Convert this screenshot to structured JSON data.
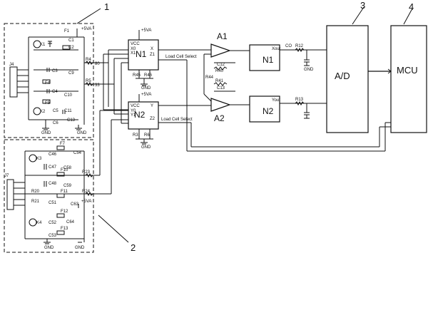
{
  "callouts": {
    "c1": "1",
    "c2": "2",
    "c3": "3",
    "c4": "4"
  },
  "blocks": {
    "adc": "A/D",
    "mcu": "MCU",
    "n1_top": "N1",
    "n2_top": "N2",
    "n1_right": "N1",
    "n2_right": "N2",
    "a1": "A1",
    "a2": "A2"
  },
  "labels": {
    "load_cell_select_1": "Load Cell Select",
    "load_cell_select_2": "Load Cell Select",
    "vcc_1": "+5VA",
    "vcc_2": "+5VA",
    "vcc_3": "+5VA",
    "vcc_4": "+5VA",
    "vcc_5": "+5VA",
    "gnd_1": "GND",
    "gnd_2": "GND",
    "gnd_3": "GND",
    "gnd_4": "GND",
    "gnd_5": "GND",
    "gnd_6": "GND",
    "gnd_7": "GND",
    "connector_j4": "J4",
    "connector_j7": "J7",
    "r4": "R4",
    "r5": "R5",
    "r23": "R23",
    "r24": "R24",
    "r40": "R40",
    "r41": "R41",
    "r44": "R44",
    "r12": "R12",
    "r13": "R13",
    "r45": "R45",
    "r46": "R46",
    "r3": "R3",
    "r6": "R6",
    "r20": "R20",
    "r21": "R21",
    "c8": "C8",
    "c9": "C9",
    "c10": "C10",
    "c11": "C11",
    "c12": "C12",
    "c13": "C13",
    "c46": "C46",
    "c47": "C47",
    "c48": "C48",
    "c51": "C51",
    "c52": "C52",
    "c53": "C53",
    "c54": "C54",
    "c58": "C58",
    "c59": "C59",
    "c63": "C63",
    "c64": "C64",
    "c1": "C1",
    "c2": "C2",
    "c3": "C3",
    "c4": "C4",
    "c5": "C5",
    "c6": "C6",
    "f1": "F1",
    "f2": "F2",
    "f4": "F4",
    "f5": "F5",
    "f7": "F7",
    "f10": "F10",
    "f11": "F11",
    "f12": "F12",
    "f13": "F13",
    "k1": "K1",
    "k2": "K2",
    "k3": "K3",
    "k4": "K4",
    "pin_s0": "S0",
    "pin_s1": "S1",
    "pin_vcc": "VCC",
    "pin_vcc2": "VCC",
    "pin_x": "X",
    "pin_y": "Y",
    "pin_x0": "X0",
    "pin_x1": "X1",
    "pin_y0": "Y0",
    "pin_y1": "Y1",
    "pin_z1": "Z1",
    "pin_z2": "Z2",
    "xout": "Xout",
    "yout": "Yout",
    "net_co": "CO",
    "net_80": "80",
    "net_33": "33"
  }
}
